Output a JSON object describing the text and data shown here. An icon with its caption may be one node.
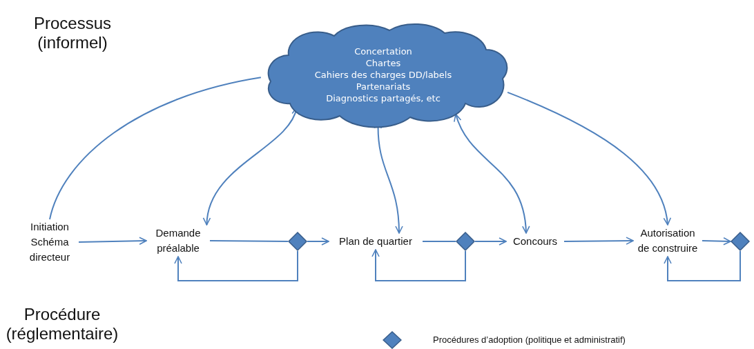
{
  "diagram": {
    "nodes": [
      {
        "text": [
          "Concertation",
          "Chartes",
          "Cahiers des charges DD/labels",
          "Partenariats",
          "Diagnostics partagés, etc"
        ]
      },
      {
        "text": [
          "Initiation Schéma directeur"
        ]
      },
      {
        "text": [
          "Demande préalable"
        ]
      },
      {
        "text": [],
        "shape": "diamond"
      },
      {
        "text": [
          "Plan de quartier"
        ]
      },
      {
        "text": [],
        "shape": "diamond"
      },
      {
        "text": [
          "Concours"
        ]
      },
      {
        "text": [
          "Autorisation de construire"
        ]
      },
      {
        "text": [],
        "shape": "diamond"
      }
    ],
    "edges": [
      {
        "from": 1,
        "to": 0,
        "arrow": "none"
      },
      {
        "from": 0,
        "to": 2,
        "arrow": "both"
      },
      {
        "from": 0,
        "to": 4,
        "arrow": "both"
      },
      {
        "from": 0,
        "to": 6,
        "arrow": "both"
      },
      {
        "from": 0,
        "to": 7,
        "arrow": "to"
      },
      {
        "from": 1,
        "to": 2,
        "arrow": "to"
      },
      {
        "from": 2,
        "to": 3,
        "arrow": "none"
      },
      {
        "from": 3,
        "to": 4,
        "arrow": "to"
      },
      {
        "from": 3,
        "to": 2,
        "arrow": "to"
      },
      {
        "from": 4,
        "to": 5,
        "arrow": "none"
      },
      {
        "from": 5,
        "to": 6,
        "arrow": "to"
      },
      {
        "from": 5,
        "to": 4,
        "arrow": "to"
      },
      {
        "from": 6,
        "to": 7,
        "arrow": "to"
      },
      {
        "from": 7,
        "to": 8,
        "arrow": "to"
      },
      {
        "from": 8,
        "to": 7,
        "arrow": "to"
      }
    ],
    "labels": [
      "Processus (informel)",
      "Procédure (réglementaire)"
    ],
    "legend": [
      {
        "text": "Procédures d’adoption (politique et administratif)"
      }
    ]
  }
}
